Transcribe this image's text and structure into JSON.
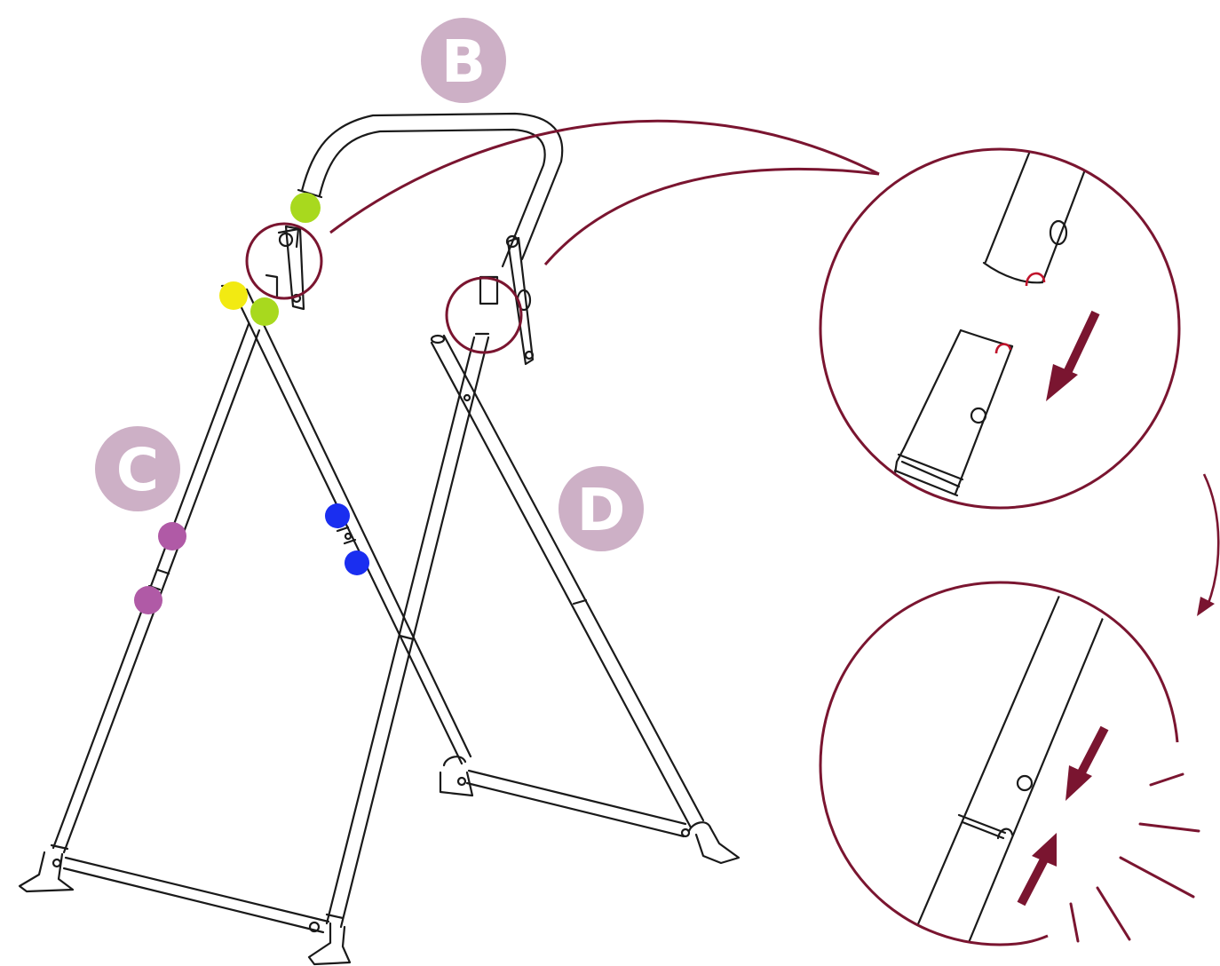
{
  "labels": {
    "b": "B",
    "c": "C",
    "d": "D"
  },
  "colors": {
    "label_fill": "#cdb0c6",
    "accent": "#7a1530",
    "line": "#1a1a1a",
    "dot_green": "#a8d91e",
    "dot_yellow": "#f2ea12",
    "dot_purple": "#b05aa6",
    "dot_blue": "#1a2ef0"
  },
  "icons": {
    "arrow_down": "arrow-down-left-icon",
    "arrow_up": "arrow-up-right-icon",
    "curved_arrow": "curved-arrow-icon",
    "click_burst": "click-burst-icon"
  }
}
